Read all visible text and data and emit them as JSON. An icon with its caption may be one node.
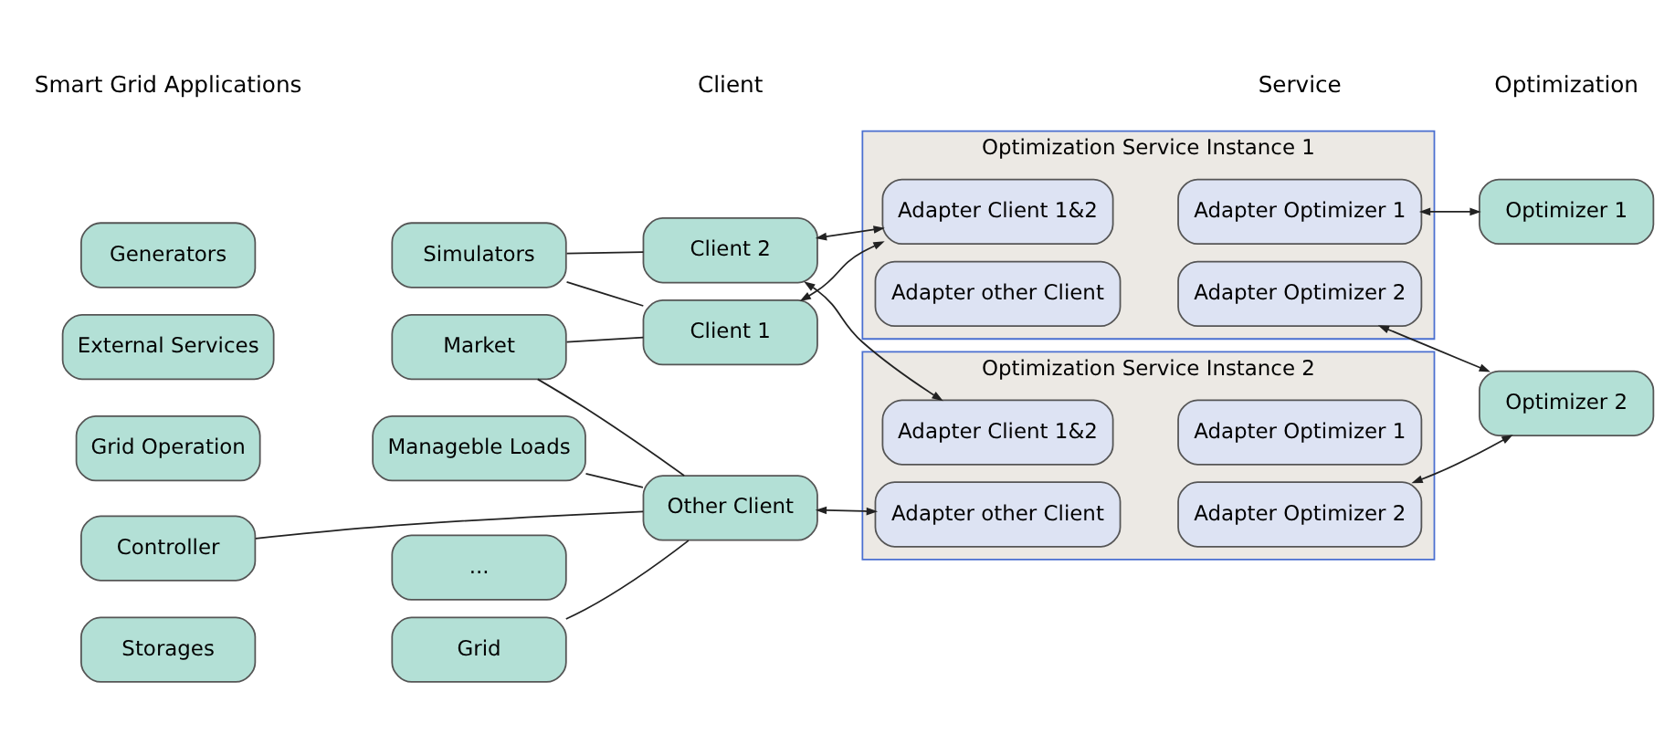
{
  "diagram": {
    "nodes": [
      {
        "text": [
          "External Services"
        ]
      },
      {
        "text": [
          "Market"
        ]
      },
      {
        "text": [
          "Grid Operation"
        ]
      },
      {
        "text": [
          "Manageble Loads"
        ]
      },
      {
        "text": [
          "Generators"
        ]
      },
      {
        "text": [
          "Simulators"
        ]
      },
      {
        "text": [
          "Storages"
        ]
      },
      {
        "text": [
          "Grid"
        ]
      },
      {
        "text": [
          "Controller"
        ]
      },
      {
        "text": [
          "..."
        ]
      },
      {
        "text": [
          "Client 1"
        ]
      },
      {
        "text": [
          "Client 2"
        ]
      },
      {
        "text": [
          "Other Client"
        ]
      },
      {
        "text": [
          "Optimization Service Instance 1"
        ]
      },
      {
        "text": [
          "Adapter Client 1&2"
        ],
        "in": 13
      },
      {
        "text": [
          "Adapter Optimizer 1"
        ],
        "in": 13
      },
      {
        "text": [
          "Adapter other Client"
        ],
        "in": 13
      },
      {
        "text": [
          "Adapter Optimizer 2"
        ],
        "in": 13
      },
      {
        "text": [
          "Optimization Service Instance 2"
        ]
      },
      {
        "text": [
          "Adapter Client 1&2"
        ],
        "in": 18
      },
      {
        "text": [
          "Adapter Optimizer 1"
        ],
        "in": 18
      },
      {
        "text": [
          "Adapter other Client"
        ],
        "in": 18
      },
      {
        "text": [
          "Adapter Optimizer 2"
        ],
        "in": 18
      },
      {
        "text": [
          "Optimizer 1"
        ]
      },
      {
        "text": [
          "Optimizer 2"
        ]
      }
    ],
    "edges": [
      {
        "from": 1,
        "to": 10,
        "arrow": "none"
      },
      {
        "from": 1,
        "to": 12,
        "arrow": "none"
      },
      {
        "from": 3,
        "to": 12,
        "arrow": "none"
      },
      {
        "from": 5,
        "to": 10,
        "arrow": "none"
      },
      {
        "from": 5,
        "to": 11,
        "arrow": "none"
      },
      {
        "from": 7,
        "to": 12,
        "arrow": "none"
      },
      {
        "from": 8,
        "to": 12,
        "arrow": "none"
      },
      {
        "from": 10,
        "to": 14,
        "arrow": "both"
      },
      {
        "from": 11,
        "to": 14,
        "arrow": "both"
      },
      {
        "from": 11,
        "to": 19,
        "arrow": "both"
      },
      {
        "from": 12,
        "to": 21,
        "arrow": "both"
      },
      {
        "from": 15,
        "to": 23,
        "arrow": "both"
      },
      {
        "from": 17,
        "to": 24,
        "arrow": "both"
      },
      {
        "from": 22,
        "to": 24,
        "arrow": "both"
      }
    ],
    "labels": [
      "Smart Grid Applications",
      "Client",
      "Service",
      "Optimization"
    ]
  }
}
